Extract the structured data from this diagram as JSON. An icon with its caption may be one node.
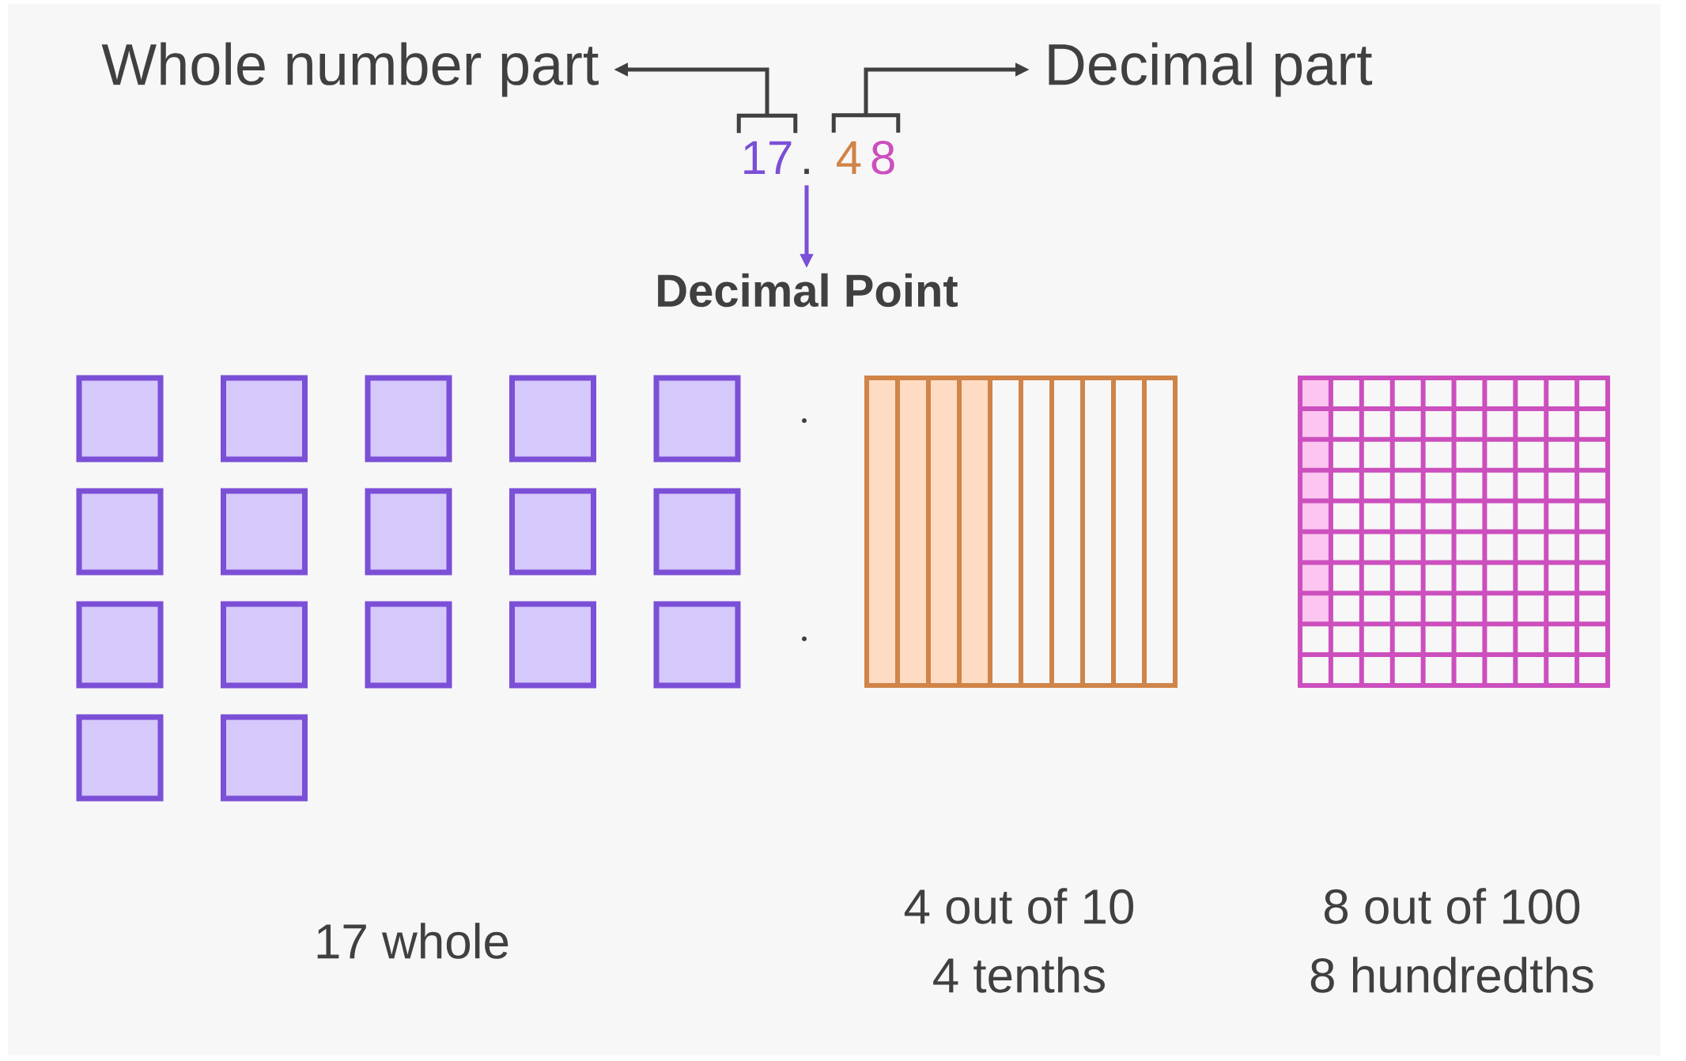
{
  "diagram": {
    "nodes": [
      {
        "text": [
          "Whole number part"
        ]
      },
      {
        "text": [
          "Decimal part"
        ]
      },
      {
        "text": [
          "17"
        ]
      },
      {
        "text": [
          "."
        ]
      },
      {
        "text": [
          "4",
          "8"
        ]
      },
      {
        "text": [
          "Decimal Point"
        ]
      }
    ],
    "edges": [
      {
        "from": 2,
        "to": 0,
        "arrow": "to"
      },
      {
        "from": 4,
        "to": 1,
        "arrow": "to"
      },
      {
        "from": 3,
        "to": 5,
        "arrow": "to",
        "color": "#7b4fd6"
      }
    ],
    "labels": [
      "17 whole",
      "4 out of 10",
      "4 tenths",
      "8 out of 100",
      "8 hundredths"
    ]
  }
}
